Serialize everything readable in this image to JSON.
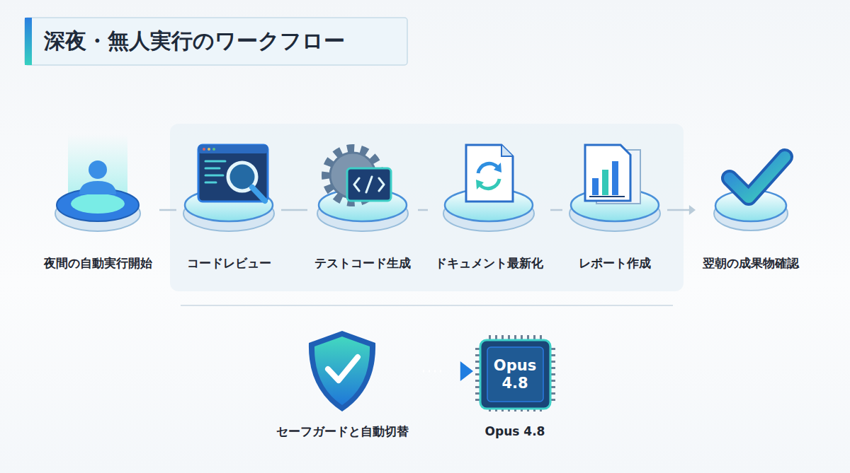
{
  "diagram": {
    "title": "深夜・無人実行のワークフロー",
    "nodes": [
      {
        "text": [
          "夜間の自動実行開始"
        ]
      },
      {
        "text": [
          "コードレビュー"
        ]
      },
      {
        "text": [
          "テストコード生成"
        ]
      },
      {
        "text": [
          "ドキュメント最新化"
        ]
      },
      {
        "text": [
          "レポート作成"
        ]
      },
      {
        "text": [
          "翌朝の成果物確認"
        ]
      },
      {
        "text": [
          "セーフガードと自動切替"
        ]
      },
      {
        "text": [
          "Opus 4.8",
          "Opus 4.8"
        ]
      }
    ],
    "edges": [
      {
        "from": 0,
        "to": 1,
        "arrow": "none"
      },
      {
        "from": 1,
        "to": 2,
        "arrow": "none"
      },
      {
        "from": 2,
        "to": 3,
        "arrow": "none"
      },
      {
        "from": 3,
        "to": 4,
        "arrow": "none"
      },
      {
        "from": 4,
        "to": 5,
        "arrow": "to"
      },
      {
        "from": 6,
        "to": 7,
        "arrow": "to"
      }
    ]
  }
}
